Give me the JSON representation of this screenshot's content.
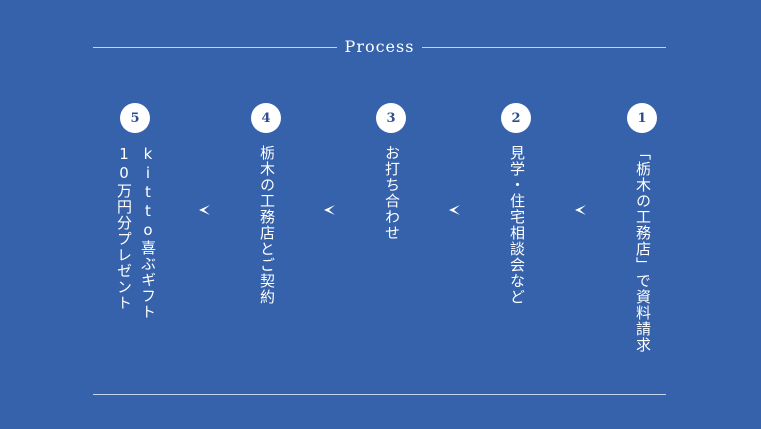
{
  "title": "Process",
  "steps": [
    {
      "number": "1",
      "text": "「栃木の工務店」で資料請求"
    },
    {
      "number": "2",
      "text": "見学・住宅相談会など"
    },
    {
      "number": "3",
      "text": "お打ち合わせ"
    },
    {
      "number": "4",
      "text": "栃木の工務店とご契約"
    },
    {
      "number": "5",
      "text_line1": "kitto喜ぶギフト",
      "text_line2": "10万円分プレゼント"
    }
  ],
  "icons": {
    "arrow": "chevron-left-icon"
  },
  "colors": {
    "background": "#3562ab",
    "rule": "#c7d3ea",
    "badge_text": "#2d4f8f"
  }
}
